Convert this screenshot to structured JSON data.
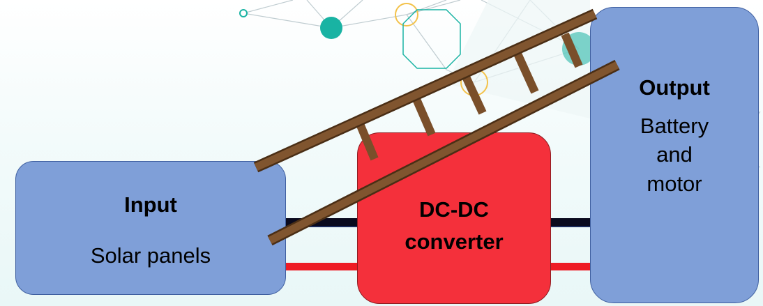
{
  "blocks": {
    "input": {
      "title": "Input",
      "subtitle": "Solar panels"
    },
    "converter": {
      "title_line1": "DC-DC",
      "title_line2": "converter"
    },
    "output": {
      "title": "Output",
      "subtitle_line1": "Battery",
      "subtitle_line2": "and",
      "subtitle_line3": "motor"
    }
  },
  "colors": {
    "block_blue": "#7f9fd8",
    "block_red": "#f4303b",
    "wire_black": "#0a0a1e",
    "wire_red": "#ee1c25",
    "ladder_wood": "#7a4f2a",
    "bg_accent_teal": "#19b3a3"
  }
}
